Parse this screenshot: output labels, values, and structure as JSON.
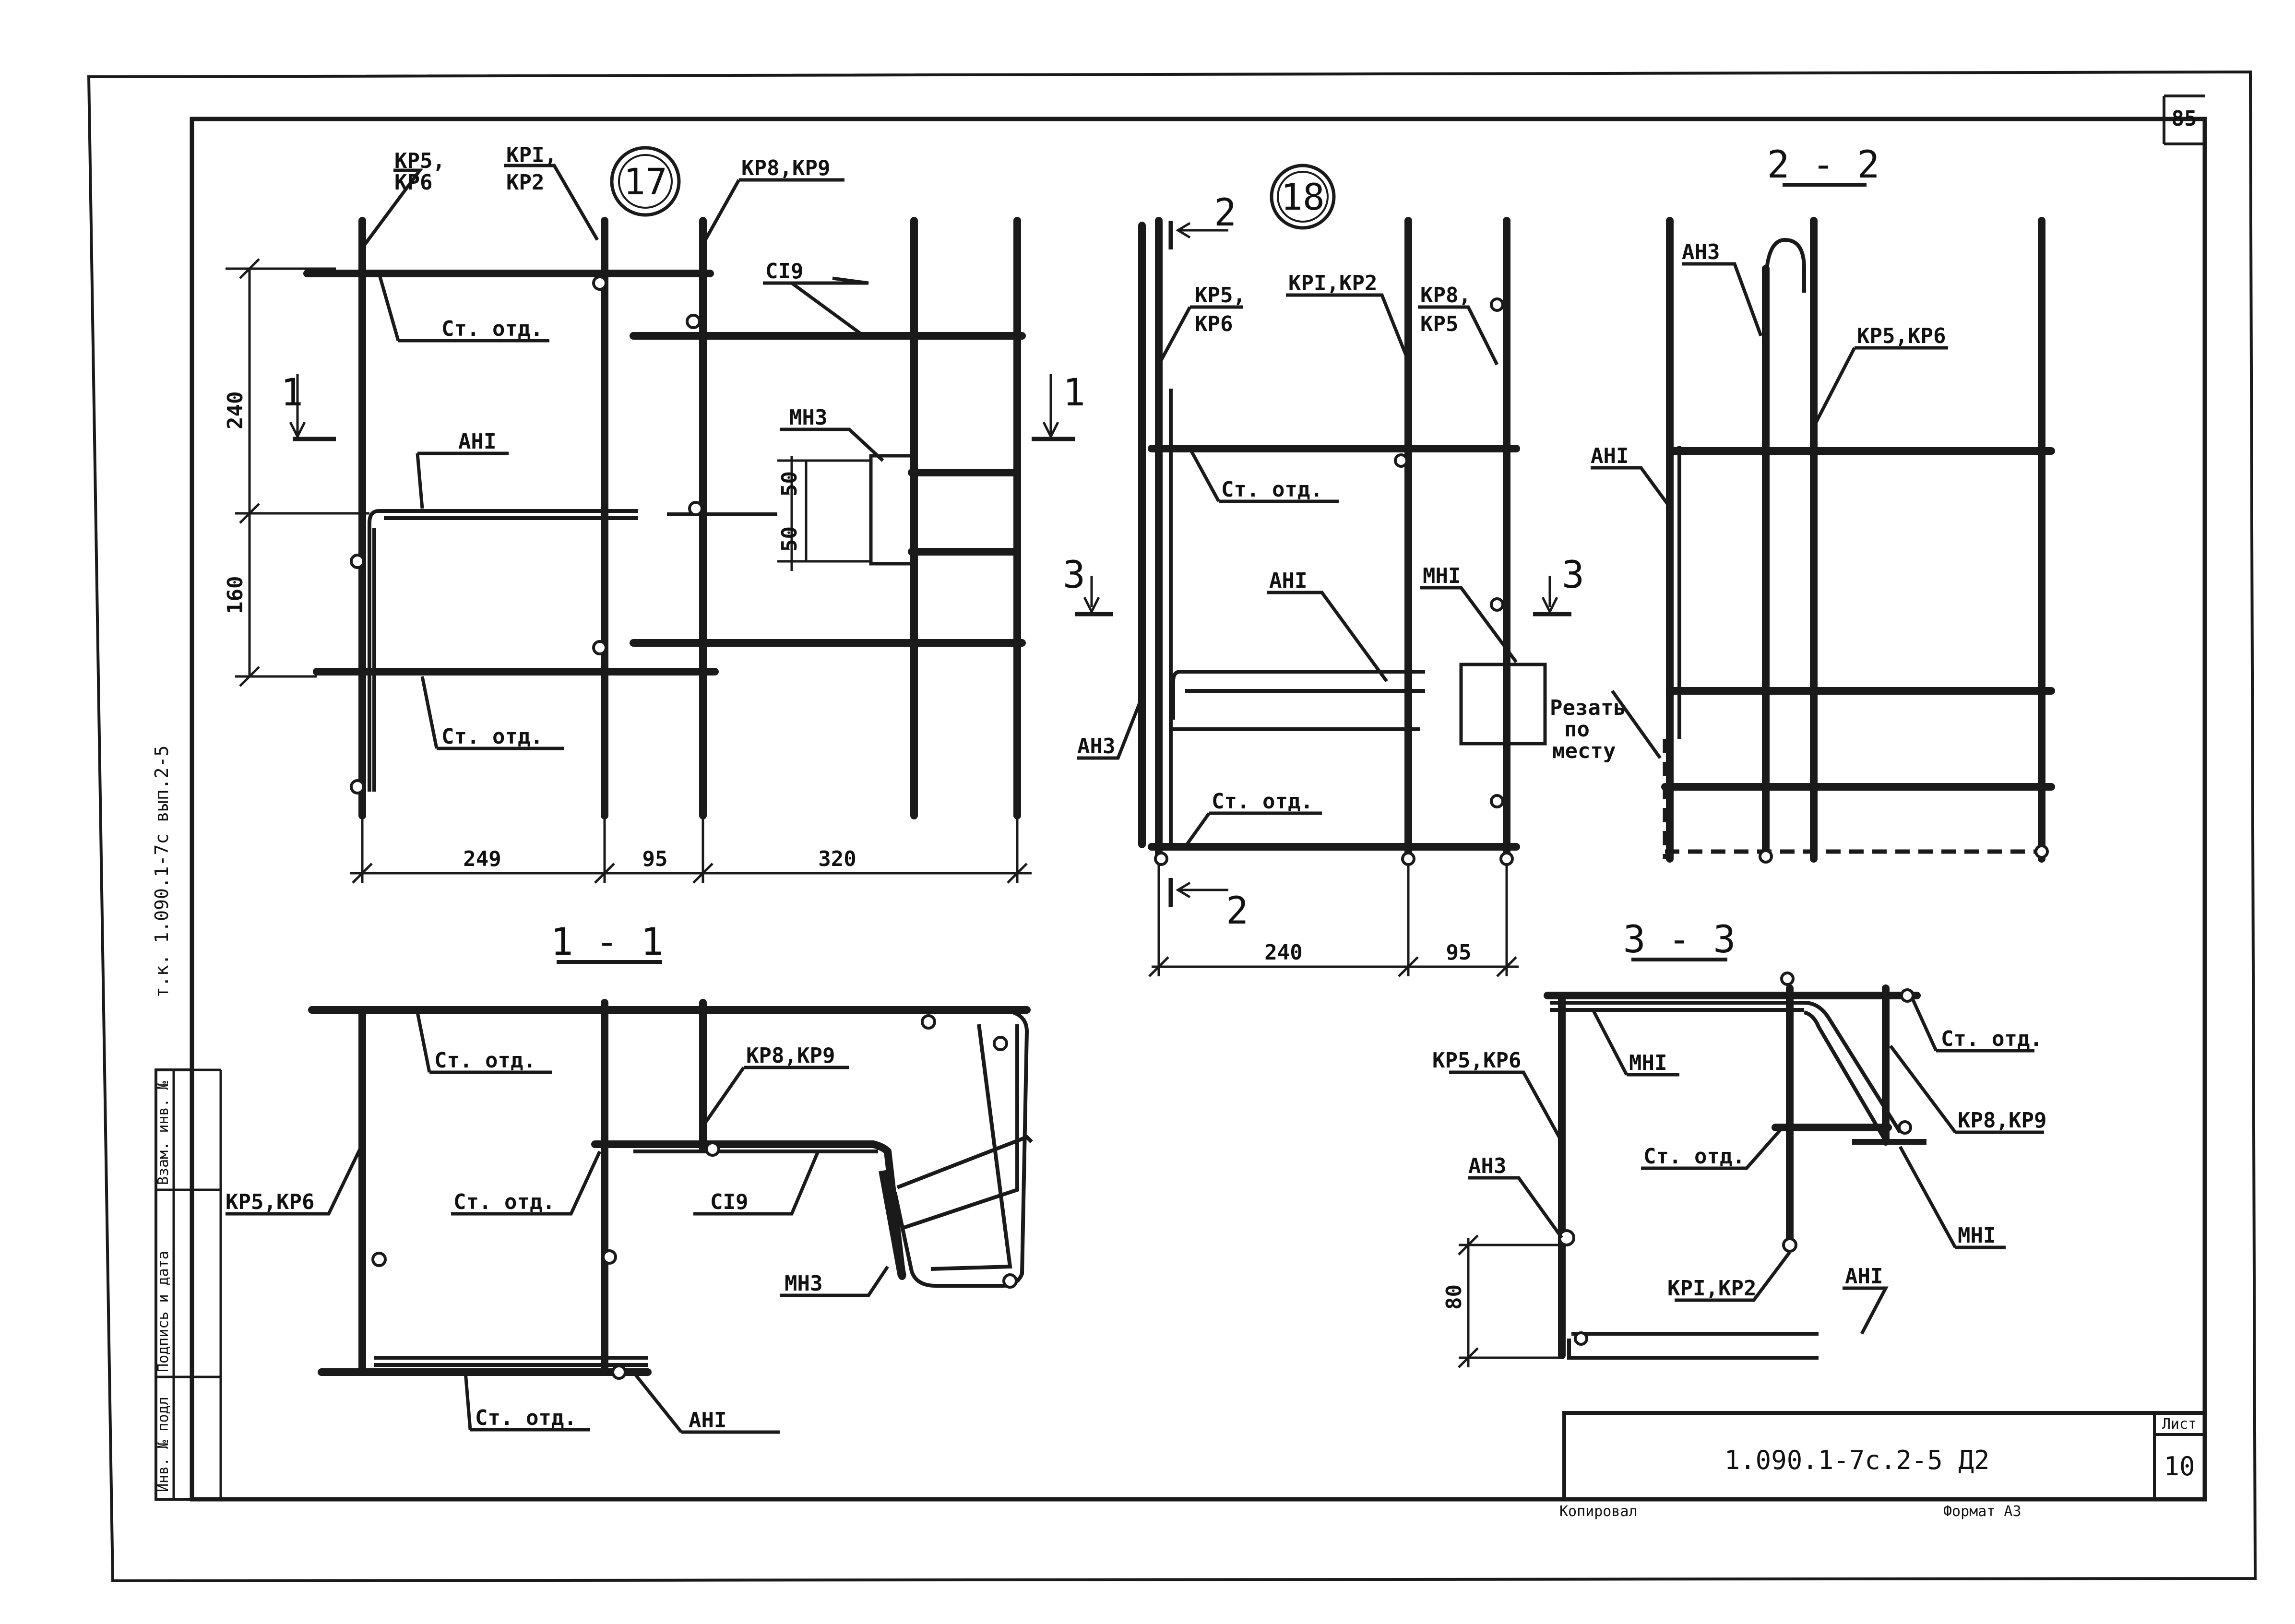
{
  "page_number": "85",
  "side_note": "т.к. 1.090.1-7с вып.2-5",
  "stamp_columns": [
    "Инв. № подл",
    "Подпись и дата",
    "Взам. инв. №"
  ],
  "title_block": {
    "code": "1.090.1-7с.2-5 Д2",
    "sheet_label": "Лист",
    "sheet_number": "10",
    "copied_label": "Копировал",
    "format_label": "Формат А3"
  },
  "node17": {
    "number": "17",
    "labels": {
      "kp5_top": "КР5,",
      "kp6_top": "КР6",
      "kp1_top": "КРI,",
      "kp2_top": "КР2",
      "kp8_top": "КР8,КР9",
      "ci9": "СI9",
      "st_otd_1": "Ст. отд.",
      "st_otd_2": "Ст. отд.",
      "ahi": "АНI",
      "mh3": "МН3"
    },
    "dims": {
      "d240": "240",
      "d160": "160",
      "d50a": "50",
      "d50b": "50",
      "d249": "249",
      "d95": "95",
      "d320": "320"
    },
    "cut_1": "1"
  },
  "node18": {
    "number": "18",
    "labels": {
      "kp5": "КР5,",
      "kp6": "КР6",
      "kp1": "КРI,КР2",
      "kp8": "КР8,",
      "kp5b": "КР5",
      "st_otd_1": "Ст. отд.",
      "ahi": "АНI",
      "mhi": "МНI",
      "ah3": "АН3",
      "st_otd_2": "Ст. отд.",
      "cut_note_1": "Резать",
      "cut_note_2": "по",
      "cut_note_3": "месту"
    },
    "dims": {
      "d240": "240",
      "d95": "95"
    },
    "cut_2": "2",
    "cut_3": "3"
  },
  "section_2_2": {
    "title": "2 - 2",
    "labels": {
      "ah3": "АН3",
      "kp56": "КР5,КР6",
      "ahi": "АНI"
    }
  },
  "section_1_1": {
    "title": "1 - 1",
    "labels": {
      "st_otd_top": "Ст. отд.",
      "kp89": "КР8,КР9",
      "kp56": "КР5,КР6",
      "st_otd_mid": "Ст. отд.",
      "ci9": "СI9",
      "mh3": "МН3",
      "st_otd_bot": "Ст. отд.",
      "ahi": "АНI"
    }
  },
  "section_3_3": {
    "title": "3 - 3",
    "labels": {
      "st_otd_r": "Ст. отд.",
      "kp56": "КР5,КР6",
      "mhi_top": "МНI",
      "kp89": "КР8,КР9",
      "ah3": "АН3",
      "st_otd_mid": "Ст. отд.",
      "mhi_r": "МНI",
      "kp12": "КРI,КР2",
      "ahi": "АНI"
    },
    "dims": {
      "d80": "80"
    }
  }
}
